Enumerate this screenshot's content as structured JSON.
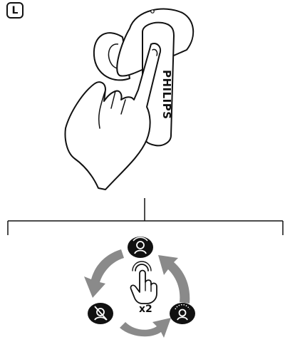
{
  "side_label": "L",
  "brand_text": "PHILIPS",
  "tap_multiplier": "x2",
  "icons": {
    "top_mode": "anc-on-icon",
    "left_mode": "anc-off-icon",
    "right_mode": "awareness-mode-icon",
    "center": "double-tap-hand-icon"
  },
  "colors": {
    "line": "#111111",
    "arrow": "#8a8a8a",
    "icon_fill": "#111111"
  }
}
